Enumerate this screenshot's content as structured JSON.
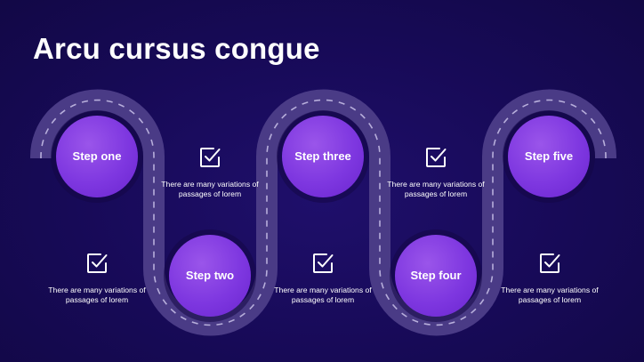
{
  "slide": {
    "title": "Arcu cursus congue",
    "steps": [
      {
        "label": "Step one"
      },
      {
        "label": "Step two"
      },
      {
        "label": "Step three"
      },
      {
        "label": "Step four"
      },
      {
        "label": "Step five"
      }
    ],
    "captions": [
      {
        "text": "There are many variations of passages of lorem",
        "icon": "checkbox-icon"
      },
      {
        "text": "There are many variations of passages of lorem",
        "icon": "checkbox-icon"
      },
      {
        "text": "There are many variations of passages of lorem",
        "icon": "checkbox-icon"
      },
      {
        "text": "There are many variations of passages of lorem",
        "icon": "checkbox-icon"
      },
      {
        "text": "There are many variations of passages of lorem",
        "icon": "checkbox-icon"
      }
    ]
  },
  "colors": {
    "background": "#170a57",
    "road": "#4a3b86",
    "road_dash": "#b7aedb",
    "circle": "#7e37e0",
    "text": "#ffffff"
  }
}
